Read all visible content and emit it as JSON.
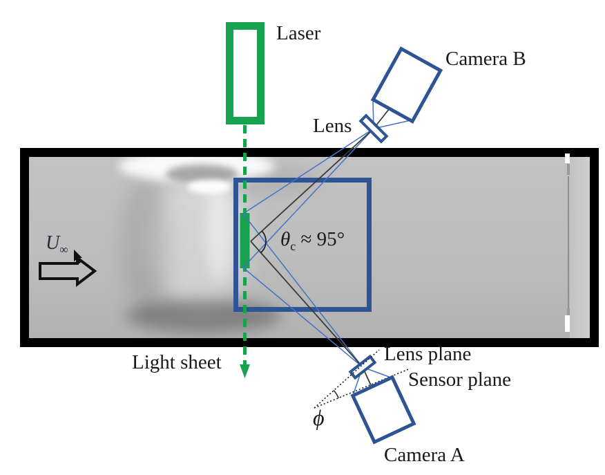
{
  "figure": {
    "labels": {
      "laser": "Laser",
      "camera_b": "Camera B",
      "lens": "Lens",
      "theta_symbol": "θ",
      "theta_subscript": "c",
      "theta_value": "≈ 95°",
      "u_symbol": "U",
      "u_subscript": "∞",
      "light_sheet": "Light sheet",
      "lens_plane": "Lens plane",
      "sensor_plane": "Sensor plane",
      "phi": "ϕ",
      "camera_a": "Camera A"
    },
    "colors": {
      "laser_green": "#17a24f",
      "camera_blue": "#2e5494",
      "ray_blue": "#4472c4",
      "ray_black": "#3a3a3a",
      "dotted_black": "#1a1a1a",
      "tunnel_border": "#000000",
      "tunnel_fill": "#bdbdbd",
      "label_text": "#1a1a1a",
      "u_label_color": "#1e2c3c"
    }
  }
}
